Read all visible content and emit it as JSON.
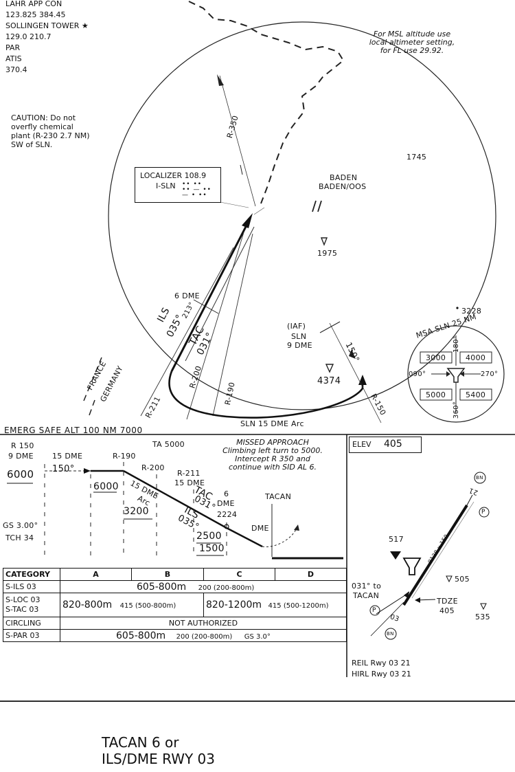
{
  "frequencies": [
    "LAHR APP CON",
    "123.825 384.45",
    "SOLLINGEN TOWER ★",
    "129.0 210.7",
    "PAR",
    "ATIS",
    "370.4"
  ],
  "altimeter_note": [
    "For MSL altitude use",
    "local altimeter setting,",
    "for FL use 29.92."
  ],
  "caution": [
    "CAUTION: Do not",
    "overfly chemical",
    "plant (R-230 2.7 NM)",
    "SW of SLN."
  ],
  "localizer": {
    "line1": "LOCALIZER 108.9",
    "line2": "I-SLN",
    "morse": "•• ••\n•• — ••\n— • ••"
  },
  "plan": {
    "r350": "R-350",
    "baden1": "BADEN",
    "baden2": "BADEN/OOS",
    "spot_1745": "1745",
    "spot_1975": "1975",
    "spot_3228": "3228",
    "spot_4374": "4374",
    "dme6": "6 DME",
    "ils": "ILS",
    "ils_crs": "035°",
    "ils_213": "213°",
    "tac": "TAC",
    "tac_crs": "031°",
    "iaf": "(IAF)",
    "iaf_sln": "SLN",
    "iaf_dme": "9 DME",
    "r150_arrow": "150°",
    "r150": "R-150",
    "r190": "R-190",
    "r200": "R-200",
    "r211": "R-211",
    "france": "FRANCE",
    "germany": "GERMANY",
    "arc": "SLN 15 DME Arc"
  },
  "msa": {
    "title": "MSA SLN 25 NM",
    "sectors": [
      "3000",
      "4000",
      "5000",
      "5400"
    ],
    "b180": "180°",
    "b090": "090°",
    "b270": "270°",
    "b360": "360°"
  },
  "emerg": "EMERG SAFE ALT 100 NM 7000",
  "profile": {
    "r150": "R 150",
    "dme9": "9 DME",
    "dme15": "15 DME",
    "r190": "R-190",
    "ta": "TA 5000",
    "r200": "R-200",
    "r211": "R-211",
    "r211dme": "15 DME",
    "alt6000": "6000",
    "crs150": "150°",
    "alt6000b": "6000",
    "arc": "15 DME",
    "arc2": "Arc",
    "alt3200": "3200",
    "tac": "TAC",
    "tac_crs": "031°",
    "ils": "ILS",
    "ils_crs": "035°",
    "dme6": "6",
    "dme6b": "DME",
    "alt2224": "2224",
    "alt2500": "2500",
    "alt1500": "1500",
    "dme": "DME",
    "tacan": "TACAN",
    "gs": "GS 3.00°",
    "tch": "TCH 34"
  },
  "missed_approach": [
    "MISSED APPROACH",
    "Climbing left turn to 5000.",
    "Intercept R 350 and",
    "continue with SID AL 6."
  ],
  "elev": {
    "label": "ELEV",
    "value": "405"
  },
  "airport": {
    "bn": "BN",
    "p": "P",
    "rwy21": "21",
    "rwy03": "03",
    "rwy_dims": "8128 x 150",
    "h517": "517",
    "h505": "505",
    "h535": "535",
    "to_tacan": "031° to",
    "to_tacan2": "TACAN",
    "tdze": "TDZE",
    "tdze_v": "405",
    "lights": [
      "REIL Rwy 03 21",
      "HIRL Rwy 03 21"
    ]
  },
  "minimums": {
    "header": [
      "CATEGORY",
      "A",
      "B",
      "C",
      "D"
    ],
    "sils": {
      "label": "S-ILS 03",
      "vis": "605-800m",
      "dh": "200 (200-800m)"
    },
    "sloc": {
      "label1": "S-LOC 03",
      "label2": "S-TAC 03",
      "ab_vis": "820-800m",
      "ab_dh": "415 (500-800m)",
      "cd_vis": "820-1200m",
      "cd_dh": "415 (500-1200m)"
    },
    "circ": {
      "label": "CIRCLING",
      "value": "NOT AUTHORIZED"
    },
    "spar": {
      "label": "S-PAR 03",
      "vis": "605-800m",
      "dh": "200 (200-800m)",
      "gs": "GS 3.0°"
    }
  },
  "title": [
    "TACAN 6 or",
    "ILS/DME RWY 03"
  ]
}
